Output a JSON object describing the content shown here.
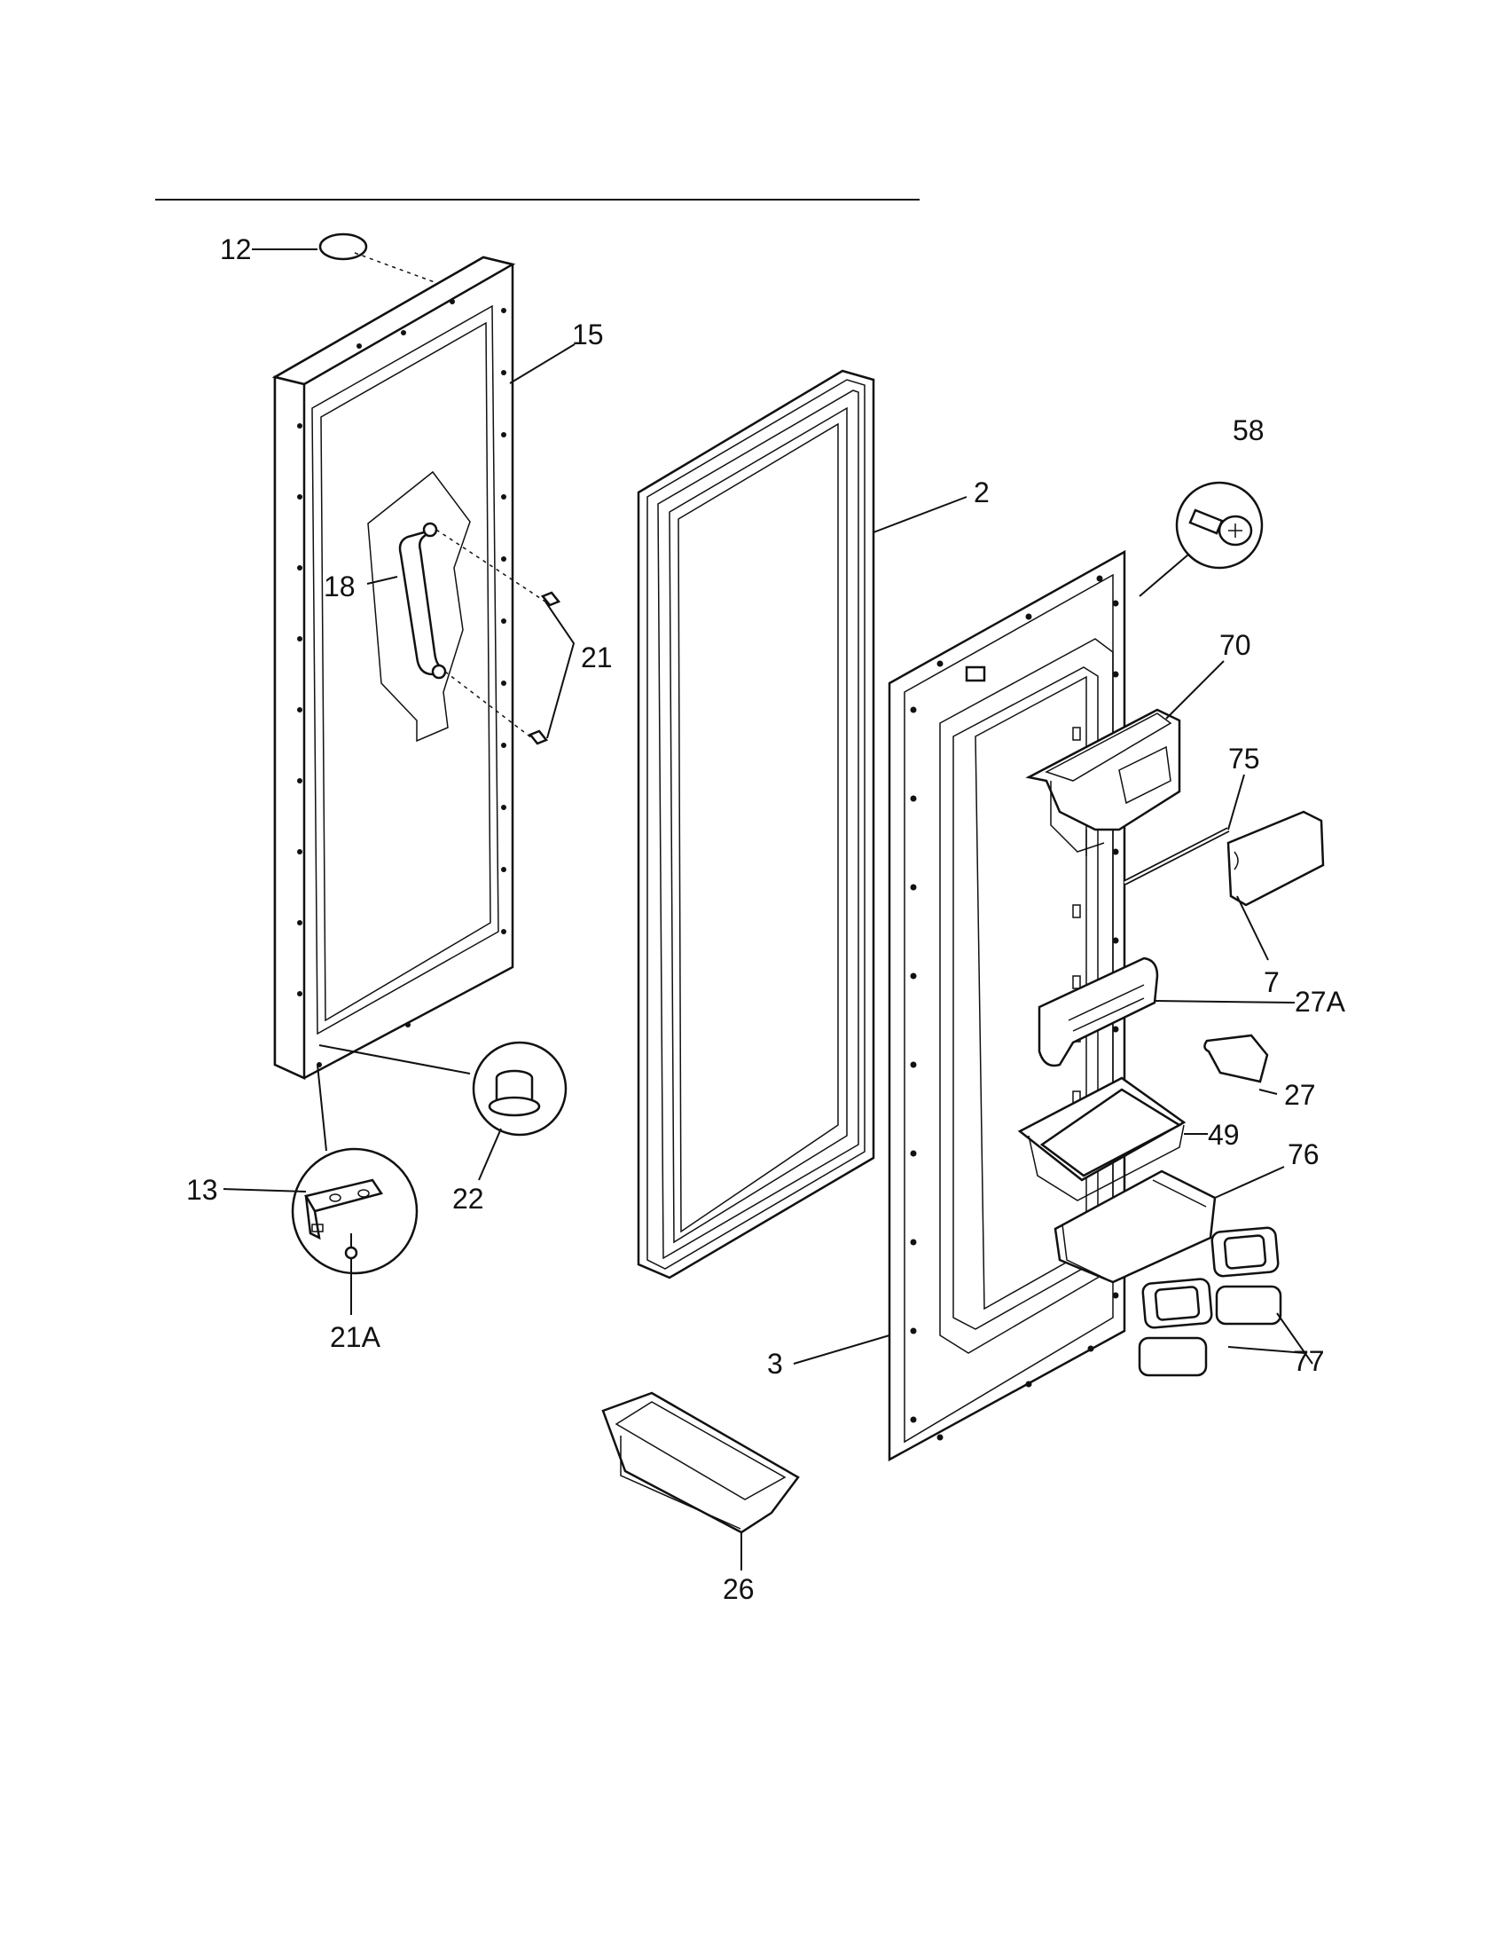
{
  "labels": {
    "p12": "12",
    "p15": "15",
    "p18": "18",
    "p21": "21",
    "p2": "2",
    "p58": "58",
    "p70": "70",
    "p75": "75",
    "p7": "7",
    "p27A": "27A",
    "p27": "27",
    "p49": "49",
    "p76": "76",
    "p77": "77",
    "p3": "3",
    "p26": "26",
    "p13": "13",
    "p22": "22",
    "p21A": "21A"
  }
}
